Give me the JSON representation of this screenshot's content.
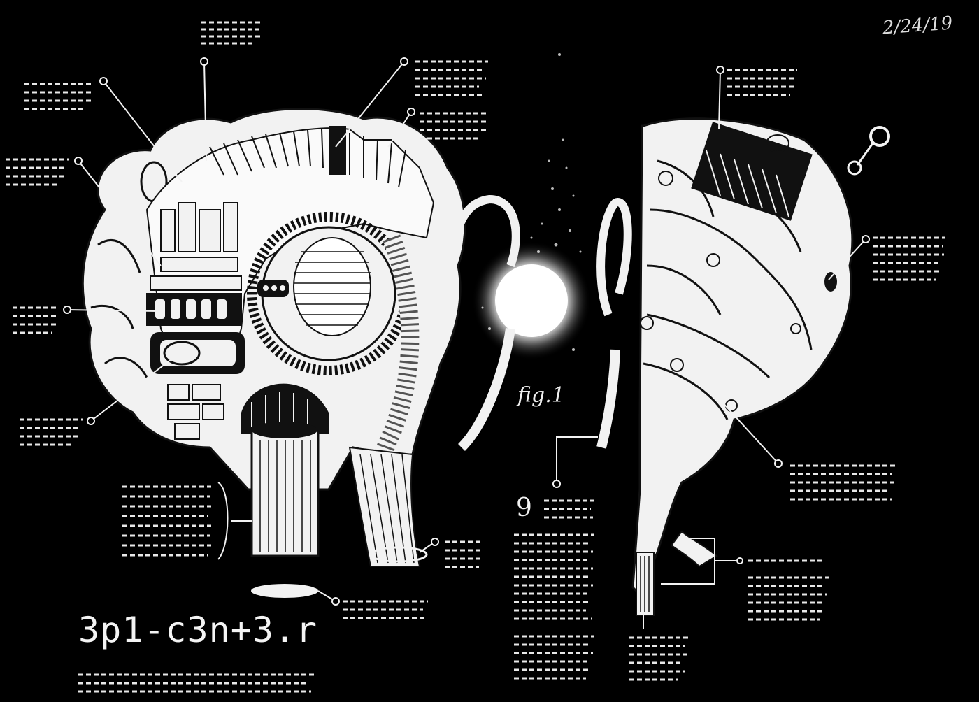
{
  "artwork": {
    "title": "3p1-c3n+3.r",
    "figure_label": "fig.1",
    "signature": "2/24/19"
  },
  "palette": {
    "background": "#000000",
    "ink": "#f2f2f2",
    "outline": "#111111"
  },
  "icons": {
    "left_hemisphere": "circuit-brain-icon",
    "right_hemisphere": "organic-brain-icon",
    "core": "glowing-orb-icon"
  }
}
